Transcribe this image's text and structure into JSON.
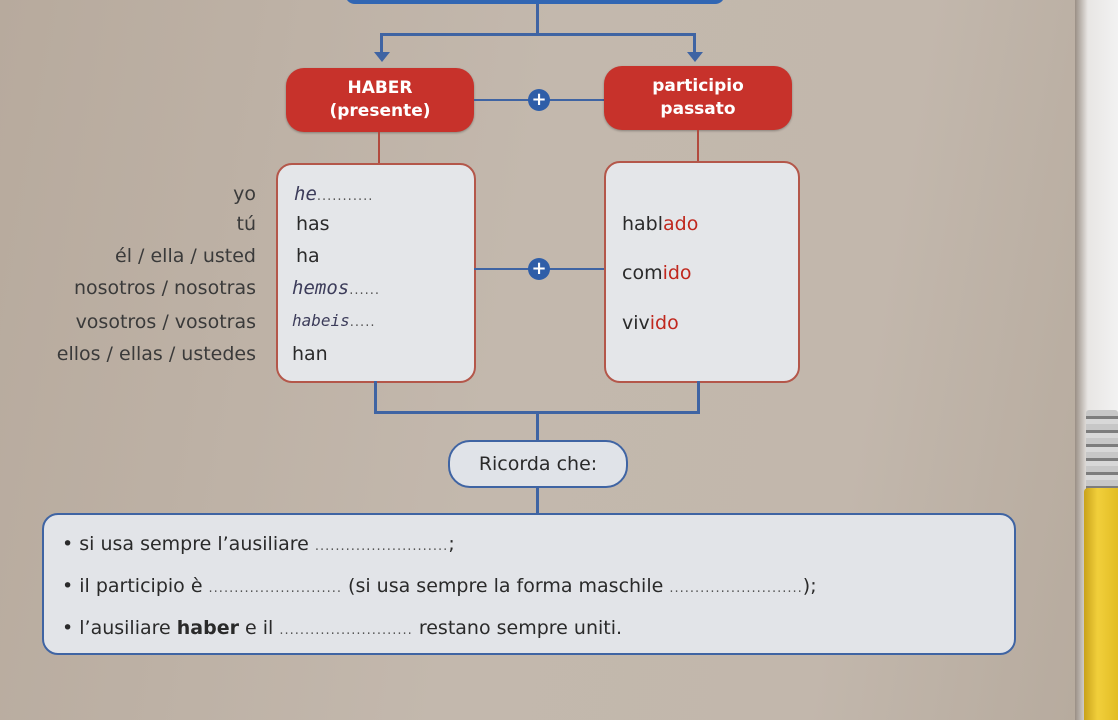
{
  "haber_box": {
    "line1": "HABER",
    "line2": "(presente)"
  },
  "participio_box": {
    "line1": "participio",
    "line2": "passato"
  },
  "plus_symbol": "+",
  "pronouns": [
    "yo",
    "tú",
    "él / ella / usted",
    "nosotros / nosotras",
    "vosotros / vosotras",
    "ellos / ellas / ustedes"
  ],
  "haber_forms": [
    {
      "text": "he",
      "handwritten": true,
      "dots": "..........."
    },
    {
      "text": "has",
      "handwritten": false,
      "dots": ""
    },
    {
      "text": "ha",
      "handwritten": false,
      "dots": ""
    },
    {
      "text": "hemos",
      "handwritten": true,
      "dots": "......"
    },
    {
      "text": "habeis",
      "handwritten": true,
      "dots": "....."
    },
    {
      "text": "han",
      "handwritten": false,
      "dots": ""
    }
  ],
  "participles": [
    {
      "stem": "habl",
      "ending": "ado"
    },
    {
      "stem": "com",
      "ending": "ido"
    },
    {
      "stem": "viv",
      "ending": "ido"
    }
  ],
  "ricorda_label": "Ricorda che:",
  "rules": {
    "r1": {
      "a": "• si usa sempre l’ausiliare ",
      "dots": "..........................",
      "b": ";"
    },
    "r2": {
      "a": "• il participio è ",
      "dots1": "..........................",
      "b": " (si usa sempre la forma maschile ",
      "dots2": "..........................",
      "c": ");"
    },
    "r3": {
      "a": "• l’ausiliare ",
      "bold": "haber",
      "b": " e il ",
      "dots": "..........................",
      "c": " restano sempre uniti."
    }
  },
  "colors": {
    "red": "#c7322b",
    "blue": "#3f64a3",
    "ending_red": "#c0271d"
  }
}
